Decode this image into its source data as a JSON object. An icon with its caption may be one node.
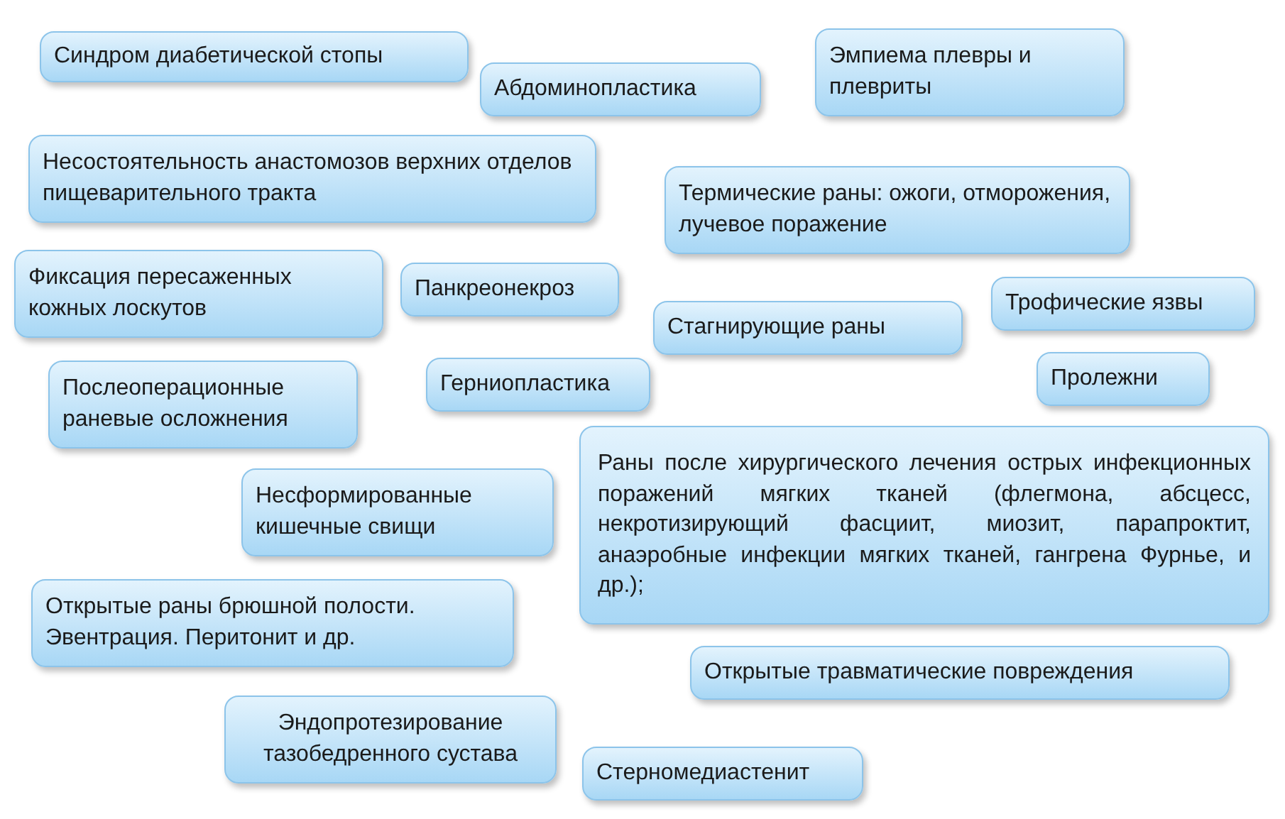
{
  "diagram": {
    "nodes": [
      {
        "text": [
          "Синдром диабетической стопы"
        ]
      },
      {
        "text": [
          "Абдоминопластика"
        ]
      },
      {
        "text": [
          "Эмпиема плевры и плевриты"
        ]
      },
      {
        "text": [
          "Несостоятельность анастомозов верхних отделов пищеварительного тракта"
        ]
      },
      {
        "text": [
          "Термические раны: ожоги, отморожения, лучевое поражение"
        ]
      },
      {
        "text": [
          "Фиксация пересаженных кожных лоскутов"
        ]
      },
      {
        "text": [
          "Панкреонекроз"
        ]
      },
      {
        "text": [
          "Стагнирующие раны"
        ]
      },
      {
        "text": [
          "Трофические язвы"
        ]
      },
      {
        "text": [
          "Пролежни"
        ]
      },
      {
        "text": [
          "Послеоперационные раневые осложнения"
        ]
      },
      {
        "text": [
          "Герниопластика"
        ]
      },
      {
        "text": [
          "Раны после хирургического лечения острых инфекционных поражений мягких тканей (флегмона, абсцесс, некротизирующий фасциит, миозит, парапроктит, анаэробные инфекции мягких тканей, гангрена Фурнье, и др.);"
        ]
      },
      {
        "text": [
          "Несформированные кишечные свищи"
        ]
      },
      {
        "text": [
          "Открытые раны брюшной полости. Эвентрация. Перитонит и др."
        ]
      },
      {
        "text": [
          "Открытые травматические повреждения"
        ]
      },
      {
        "text": [
          "Эндопротезирование тазобедренного сустава"
        ]
      },
      {
        "text": [
          "Стерномедиастенит"
        ]
      }
    ]
  }
}
